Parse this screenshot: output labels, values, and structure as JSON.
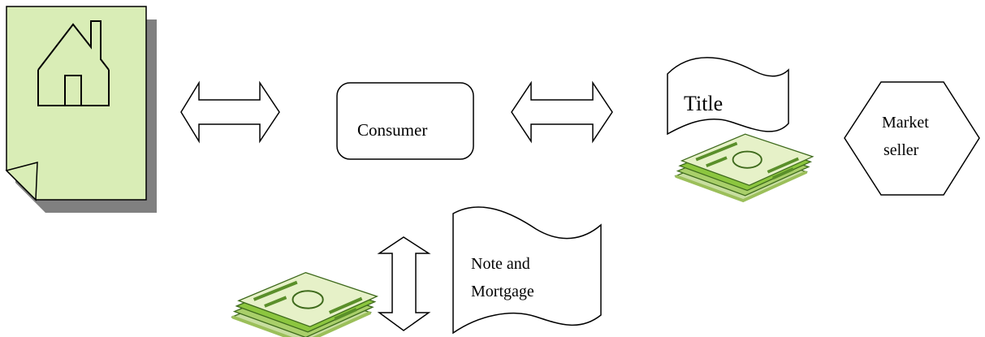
{
  "labels": {
    "consumer": "Consumer",
    "title": "Title",
    "market_seller_line1": "Market",
    "market_seller_line2": "seller",
    "note_line1": "Note and",
    "note_line2": "Mortgage"
  },
  "icons": {
    "house_document": "house-document-icon",
    "money": "money-stack-icon"
  },
  "colors": {
    "document_fill": "#d9edb6",
    "document_shadow": "#808080",
    "money_green": "#8cc63f",
    "money_light": "#e6f1c8",
    "outline": "#000000"
  }
}
